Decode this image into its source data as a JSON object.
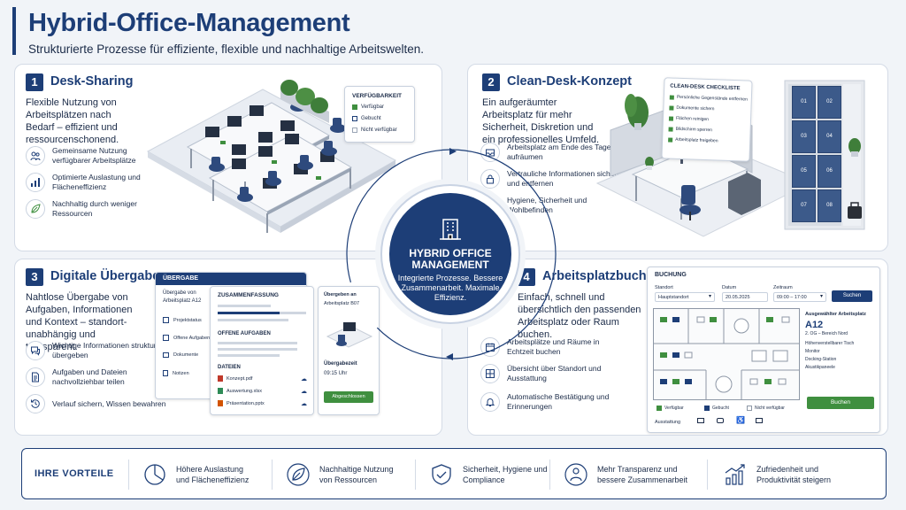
{
  "header": {
    "title": "Hybrid-Office-Management",
    "subtitle": "Strukturierte Prozesse für effiziente, flexible und nachhaltige Arbeitswelten."
  },
  "colors": {
    "primary": "#1d3e77",
    "green": "#3f8f3f",
    "background": "#f1f4f8"
  },
  "desk_sharing": {
    "number": "1",
    "title": "Desk-Sharing",
    "description": "Flexible Nutzung von Arbeitsplätzen nach Bedarf – effizient und ressourcenschonend.",
    "features": [
      {
        "icon": "people-icon",
        "text": "Gemeinsame Nutzung verfügbarer Arbeitsplätze"
      },
      {
        "icon": "bar-chart-icon",
        "text": "Optimierte Auslastung und Flächeneffizienz"
      },
      {
        "icon": "leaf-icon",
        "text": "Nachhaltig durch weniger Ressourcen"
      }
    ],
    "legend": {
      "title": "VERFÜGBARKEIT",
      "items": [
        "Verfügbar",
        "Gebucht",
        "Nicht verfügbar"
      ]
    }
  },
  "clean_desk": {
    "number": "2",
    "title": "Clean-Desk-Konzept",
    "description": "Ein aufgeräumter Arbeitsplatz für mehr Sicherheit, Diskretion und ein professionelles Umfeld.",
    "features": [
      {
        "icon": "tray-icon",
        "text": "Arbeitsplatz am Ende des Tages aufräumen"
      },
      {
        "icon": "lock-icon",
        "text": "Vertrauliche Informationen sichern und entfernen"
      },
      {
        "icon": "shield-check-icon",
        "text": "Hygiene, Sicherheit und Wohlbefinden"
      }
    ],
    "checklist": {
      "title": "CLEAN-DESK CHECKLISTE",
      "items": [
        "Persönliche Gegenstände entfernen",
        "Dokumente sichern",
        "Flächen reinigen",
        "Bildschirm sperren",
        "Arbeitsplatz freigeben"
      ]
    },
    "locker_numbers": [
      "01",
      "02",
      "03",
      "04",
      "05",
      "06",
      "07",
      "08"
    ]
  },
  "handover": {
    "number": "3",
    "title": "Digitale Übergabe",
    "description": "Nahtlose Übergabe von Aufgaben, Informationen und Kontext – standort-unabhängig und transparent.",
    "features": [
      {
        "icon": "chat-icon",
        "text": "Wichtige Informationen strukturiert übergeben"
      },
      {
        "icon": "document-icon",
        "text": "Aufgaben und Dateien nachvollziehbar teilen"
      },
      {
        "icon": "history-icon",
        "text": "Verlauf sichern, Wissen bewahren"
      }
    ],
    "window": {
      "title": "ÜBERGABE",
      "from_label": "Übergabe von",
      "from_place": "Arbeitsplatz A12",
      "nav": [
        "Projektstatus",
        "Offene Aufgaben",
        "Dokumente",
        "Notizen"
      ],
      "summary_title": "ZUSAMMENFASSUNG",
      "tasks_title": "OFFENE AUFGABEN",
      "files_title": "DATEIEN",
      "files": [
        "Konzept.pdf",
        "Auswertung.xlsx",
        "Präsentation.pptx"
      ],
      "to_label": "Übergeben an",
      "to_place": "Arbeitsplatz B07",
      "time_label": "Übergabezeit",
      "time_value": "09:15 Uhr",
      "status_button": "Abgeschlossen"
    }
  },
  "center": {
    "title": "HYBRID OFFICE MANAGEMENT",
    "subtitle": "Integrierte Prozesse. Bessere Zusammenarbeit. Maximale Effizienz."
  },
  "booking": {
    "number": "4",
    "title": "Arbeitsplatzbuchung",
    "description": "Einfach, schnell und übersichtlich den passenden Arbeitsplatz oder Raum buchen.",
    "features": [
      {
        "icon": "calendar-icon",
        "text": "Arbeitsplätze und Räume in Echtzeit buchen"
      },
      {
        "icon": "floorplan-icon",
        "text": "Übersicht über Standort und Ausstattung"
      },
      {
        "icon": "bell-icon",
        "text": "Automatische Bestätigung und Erinnerungen"
      }
    ],
    "window": {
      "title": "BUCHUNG",
      "location_label": "Standort",
      "location_value": "Hauptstandort",
      "date_label": "Datum",
      "date_value": "20.05.2025",
      "time_label": "Zeitraum",
      "time_value": "09:00 – 17:00",
      "search_button": "Suchen",
      "selected_label": "Ausgewählter Arbeitsplatz",
      "selected_id": "A12",
      "selected_area": "2. OG – Bereich Nord",
      "equipment": [
        "Höhenverstellbarer Tisch",
        "Monitor",
        "Docking-Station",
        "Akustikpaneele"
      ],
      "book_button": "Buchen",
      "legend": [
        "Verfügbar",
        "Gebucht",
        "Nicht verfügbar"
      ],
      "equipment_label": "Ausstattung"
    }
  },
  "footer": {
    "title": "IHRE VORTEILE",
    "benefits": [
      {
        "icon": "pie-chart-icon",
        "text": "Höhere Auslastung und Flächeneffizienz"
      },
      {
        "icon": "leaf-icon",
        "text": "Nachhaltige Nutzung von Ressourcen"
      },
      {
        "icon": "shield-check-icon",
        "text": "Sicherheit, Hygiene und Compliance"
      },
      {
        "icon": "team-icon",
        "text": "Mehr Transparenz und bessere Zusammenarbeit"
      },
      {
        "icon": "growth-chart-icon",
        "text": "Zufriedenheit und Produktivität steigern"
      }
    ]
  }
}
